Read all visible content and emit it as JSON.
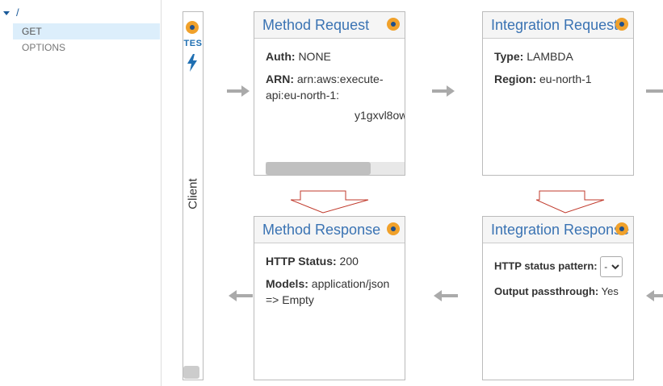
{
  "sidebar": {
    "root_path": "/",
    "methods": [
      "GET",
      "OPTIONS"
    ]
  },
  "client": {
    "test_label": "TES",
    "label": "Client"
  },
  "method_request": {
    "title": "Method Request",
    "auth_label": "Auth:",
    "auth_value": "NONE",
    "arn_label": "ARN:",
    "arn_value": "arn:aws:execute-api:eu-north-1:",
    "arn_tail": "y1gxvl8ow"
  },
  "integration_request": {
    "title": "Integration Request",
    "type_label": "Type:",
    "type_value": "LAMBDA",
    "region_label": "Region:",
    "region_value": "eu-north-1"
  },
  "method_response": {
    "title": "Method Response",
    "status_label": "HTTP Status:",
    "status_value": "200",
    "models_label": "Models:",
    "models_value": "application/json => Empty"
  },
  "integration_response": {
    "title": "Integration Response",
    "pattern_label": "HTTP status pattern:",
    "pattern_value": "-",
    "passthrough_label": "Output passthrough:",
    "passthrough_value": "Yes"
  },
  "colors": {
    "accent_blue": "#3a73b3",
    "dot_orange": "#f0a12b",
    "arrow_gray": "#aaaaaa",
    "arrow_red": "#c0392b"
  }
}
